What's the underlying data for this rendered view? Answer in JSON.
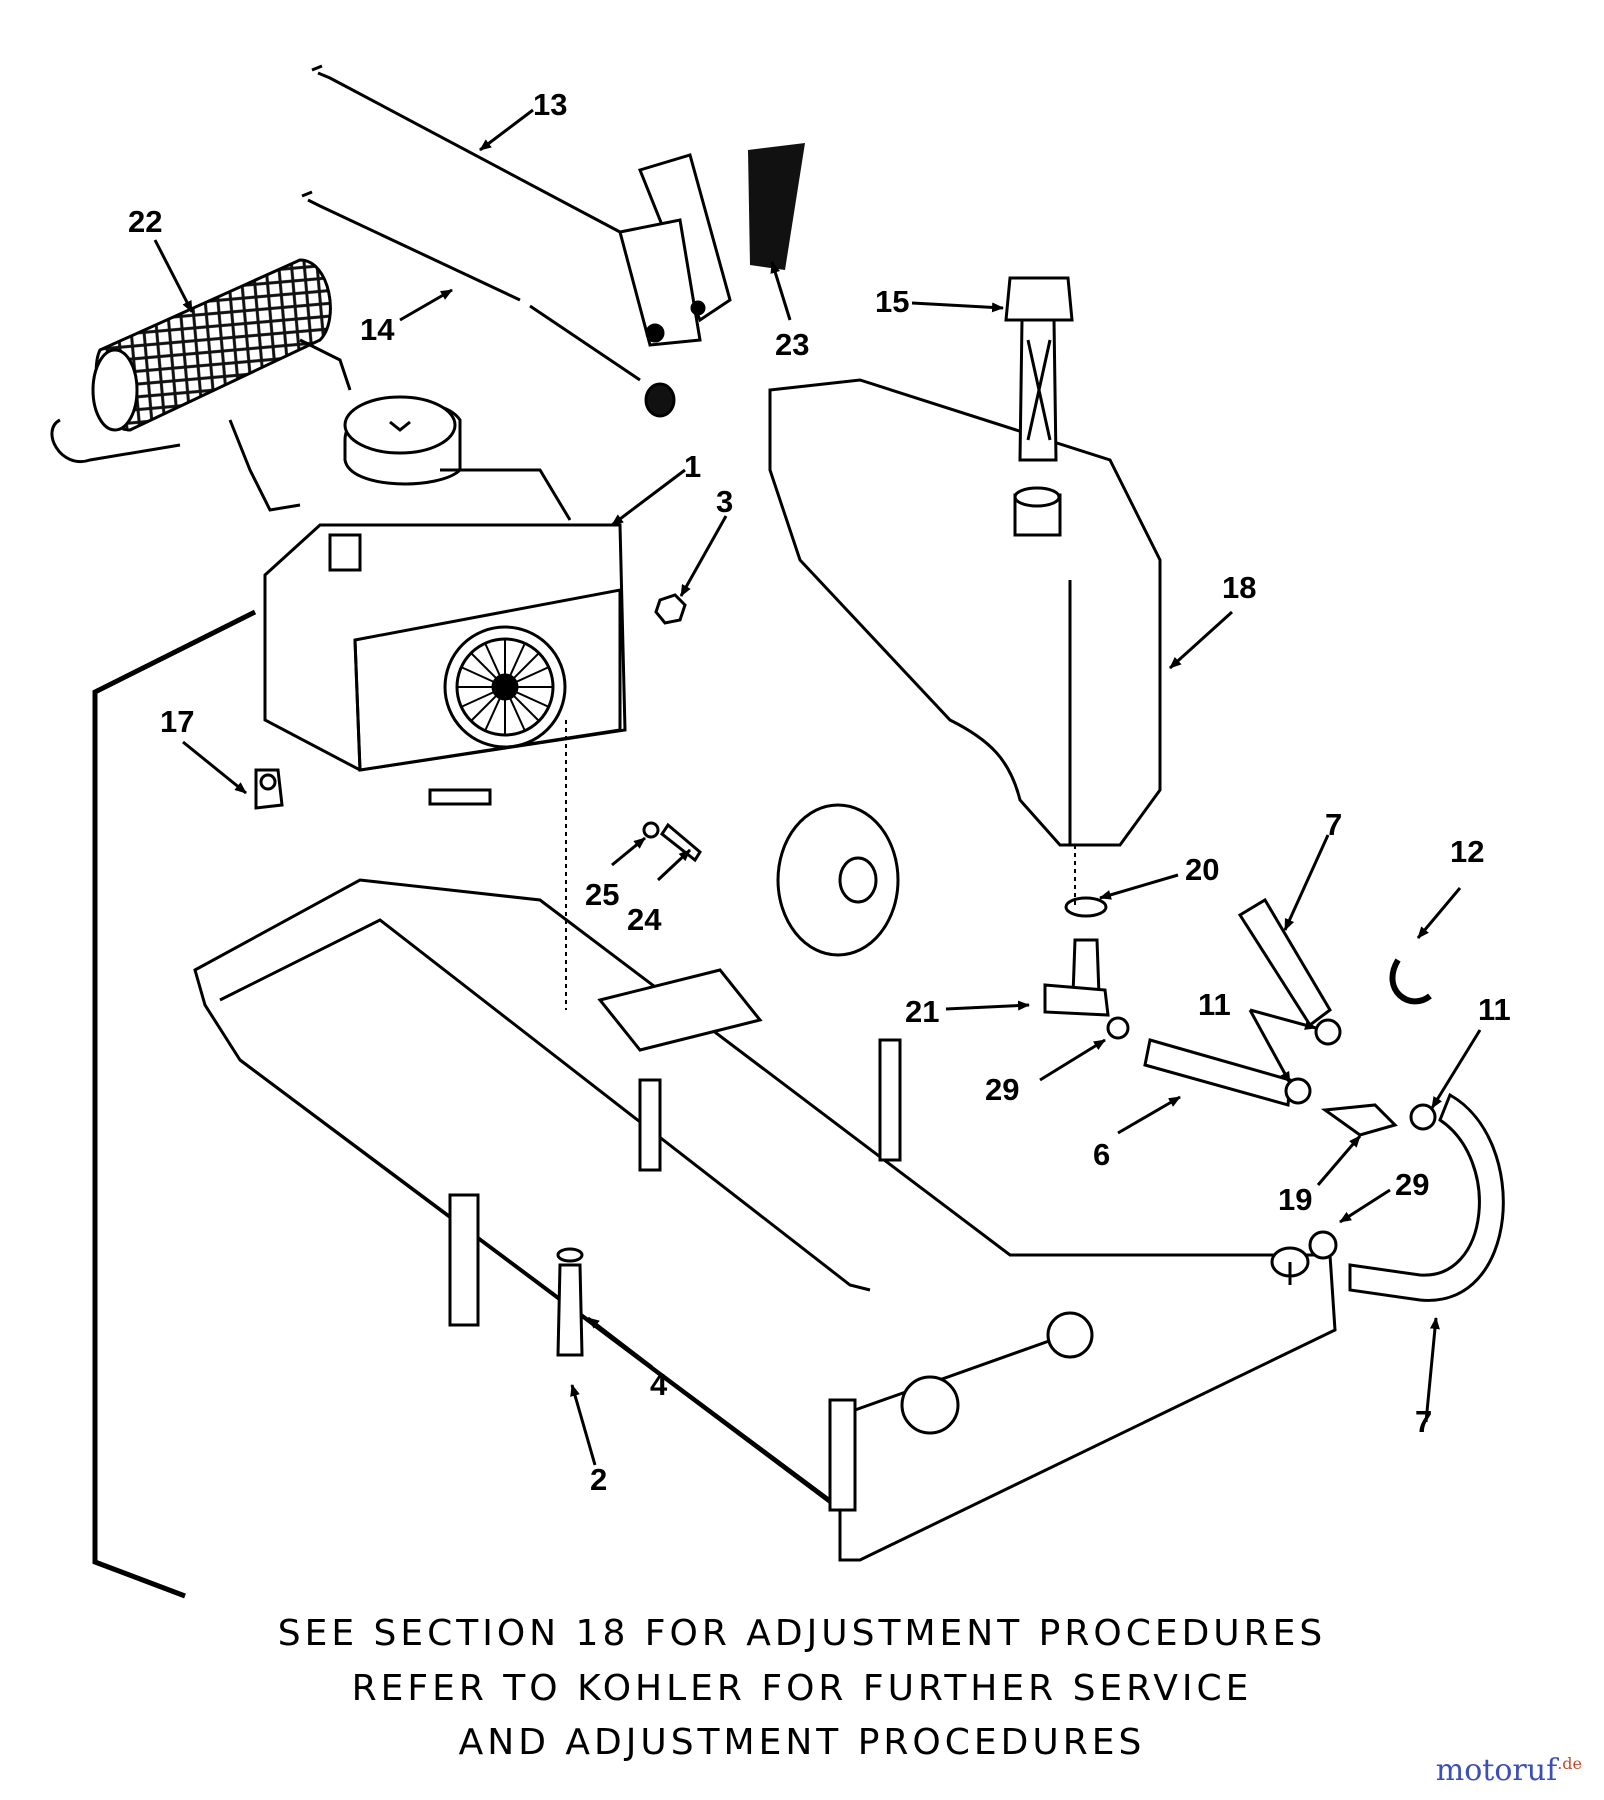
{
  "diagram": {
    "callouts": [
      {
        "id": "c13",
        "text": "13"
      },
      {
        "id": "c22",
        "text": "22"
      },
      {
        "id": "c14",
        "text": "14"
      },
      {
        "id": "c23",
        "text": "23"
      },
      {
        "id": "c15",
        "text": "15"
      },
      {
        "id": "c1",
        "text": "1"
      },
      {
        "id": "c3",
        "text": "3"
      },
      {
        "id": "c18",
        "text": "18"
      },
      {
        "id": "c17",
        "text": "17"
      },
      {
        "id": "c25",
        "text": "25"
      },
      {
        "id": "c24",
        "text": "24"
      },
      {
        "id": "c20",
        "text": "20"
      },
      {
        "id": "c7a",
        "text": "7"
      },
      {
        "id": "c12",
        "text": "12"
      },
      {
        "id": "c21",
        "text": "21"
      },
      {
        "id": "c11a",
        "text": "11"
      },
      {
        "id": "c11b",
        "text": "11"
      },
      {
        "id": "c29a",
        "text": "29"
      },
      {
        "id": "c6",
        "text": "6"
      },
      {
        "id": "c19",
        "text": "19"
      },
      {
        "id": "c29b",
        "text": "29"
      },
      {
        "id": "c4",
        "text": "4"
      },
      {
        "id": "c2",
        "text": "2"
      },
      {
        "id": "c7b",
        "text": "7"
      }
    ]
  },
  "notes": {
    "line1": "SEE SECTION 18 FOR ADJUSTMENT PROCEDURES",
    "line2": "REFER TO KOHLER FOR FURTHER SERVICE",
    "line3": "AND ADJUSTMENT PROCEDURES"
  },
  "watermark": {
    "main": "motoruf",
    "tld": ".de"
  }
}
